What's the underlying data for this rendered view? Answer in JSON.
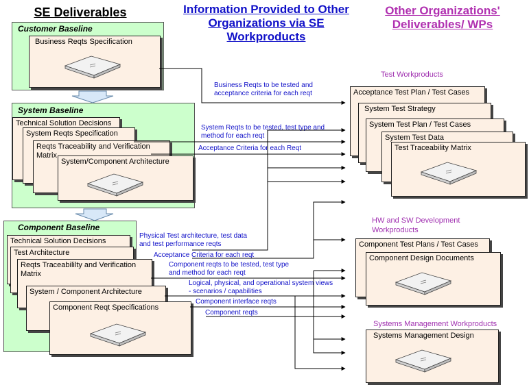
{
  "headers": {
    "se_deliverables": "SE  Deliverables",
    "info_provided": "Information Provided to Other Organizations via SE Workproducts",
    "other_orgs": "Other Organizations' Deliverables/ WPs"
  },
  "customer_baseline": {
    "title": "Customer Baseline",
    "doc": "Business Reqts Specification"
  },
  "system_baseline": {
    "title": "System Baseline",
    "docs": [
      "Technical Solution Decisions",
      "System Reqts Specification",
      "Reqts Traceability and Verification Matrix",
      "System/Component Architecture"
    ]
  },
  "component_baseline": {
    "title": "Component Baseline",
    "docs": [
      "Technical Solution Decisions",
      "Test Architecture",
      "Reqts Traceabililty and Verification Matrix",
      "System / Component Architecture",
      "Component Reqt Specifications"
    ]
  },
  "flows": [
    "Business Reqts to be tested and acceptance criteria for each reqt",
    "System Reqts to be tested, test type and method for each reqt",
    "Acceptance Criteria for each Reqt",
    "Physical Test architecture, test data and test performance reqts",
    "Acceptance Criteria for each reqt",
    "Component reqts to be tested, test type and method for each reqt",
    "Logical, physical, and operational system views - scenarios / capabilities",
    "Component interface reqts",
    "Component reqts"
  ],
  "test_workproducts": {
    "label": "Test Workproducts",
    "docs": [
      "Acceptance Test Plan / Test Cases",
      "System Test Strategy",
      "System Test Plan / Test Cases",
      "System Test Data",
      "Test Traceability Matrix"
    ]
  },
  "hwsw_workproducts": {
    "label": "HW and SW Development Workproducts",
    "docs": [
      "Component Test Plans / Test Cases",
      "Component Design Documents"
    ]
  },
  "sysmgmt_workproducts": {
    "label": "Systems Management Workproducts",
    "docs": [
      "Systems Management Design"
    ]
  },
  "colors": {
    "baseline_fill": "#ccffcc",
    "doc_fill": "#fdf0e4",
    "flow_text": "#1010c8",
    "org_text": "#a030b0"
  },
  "icons": [
    "book-icon",
    "down-arrow-icon"
  ]
}
